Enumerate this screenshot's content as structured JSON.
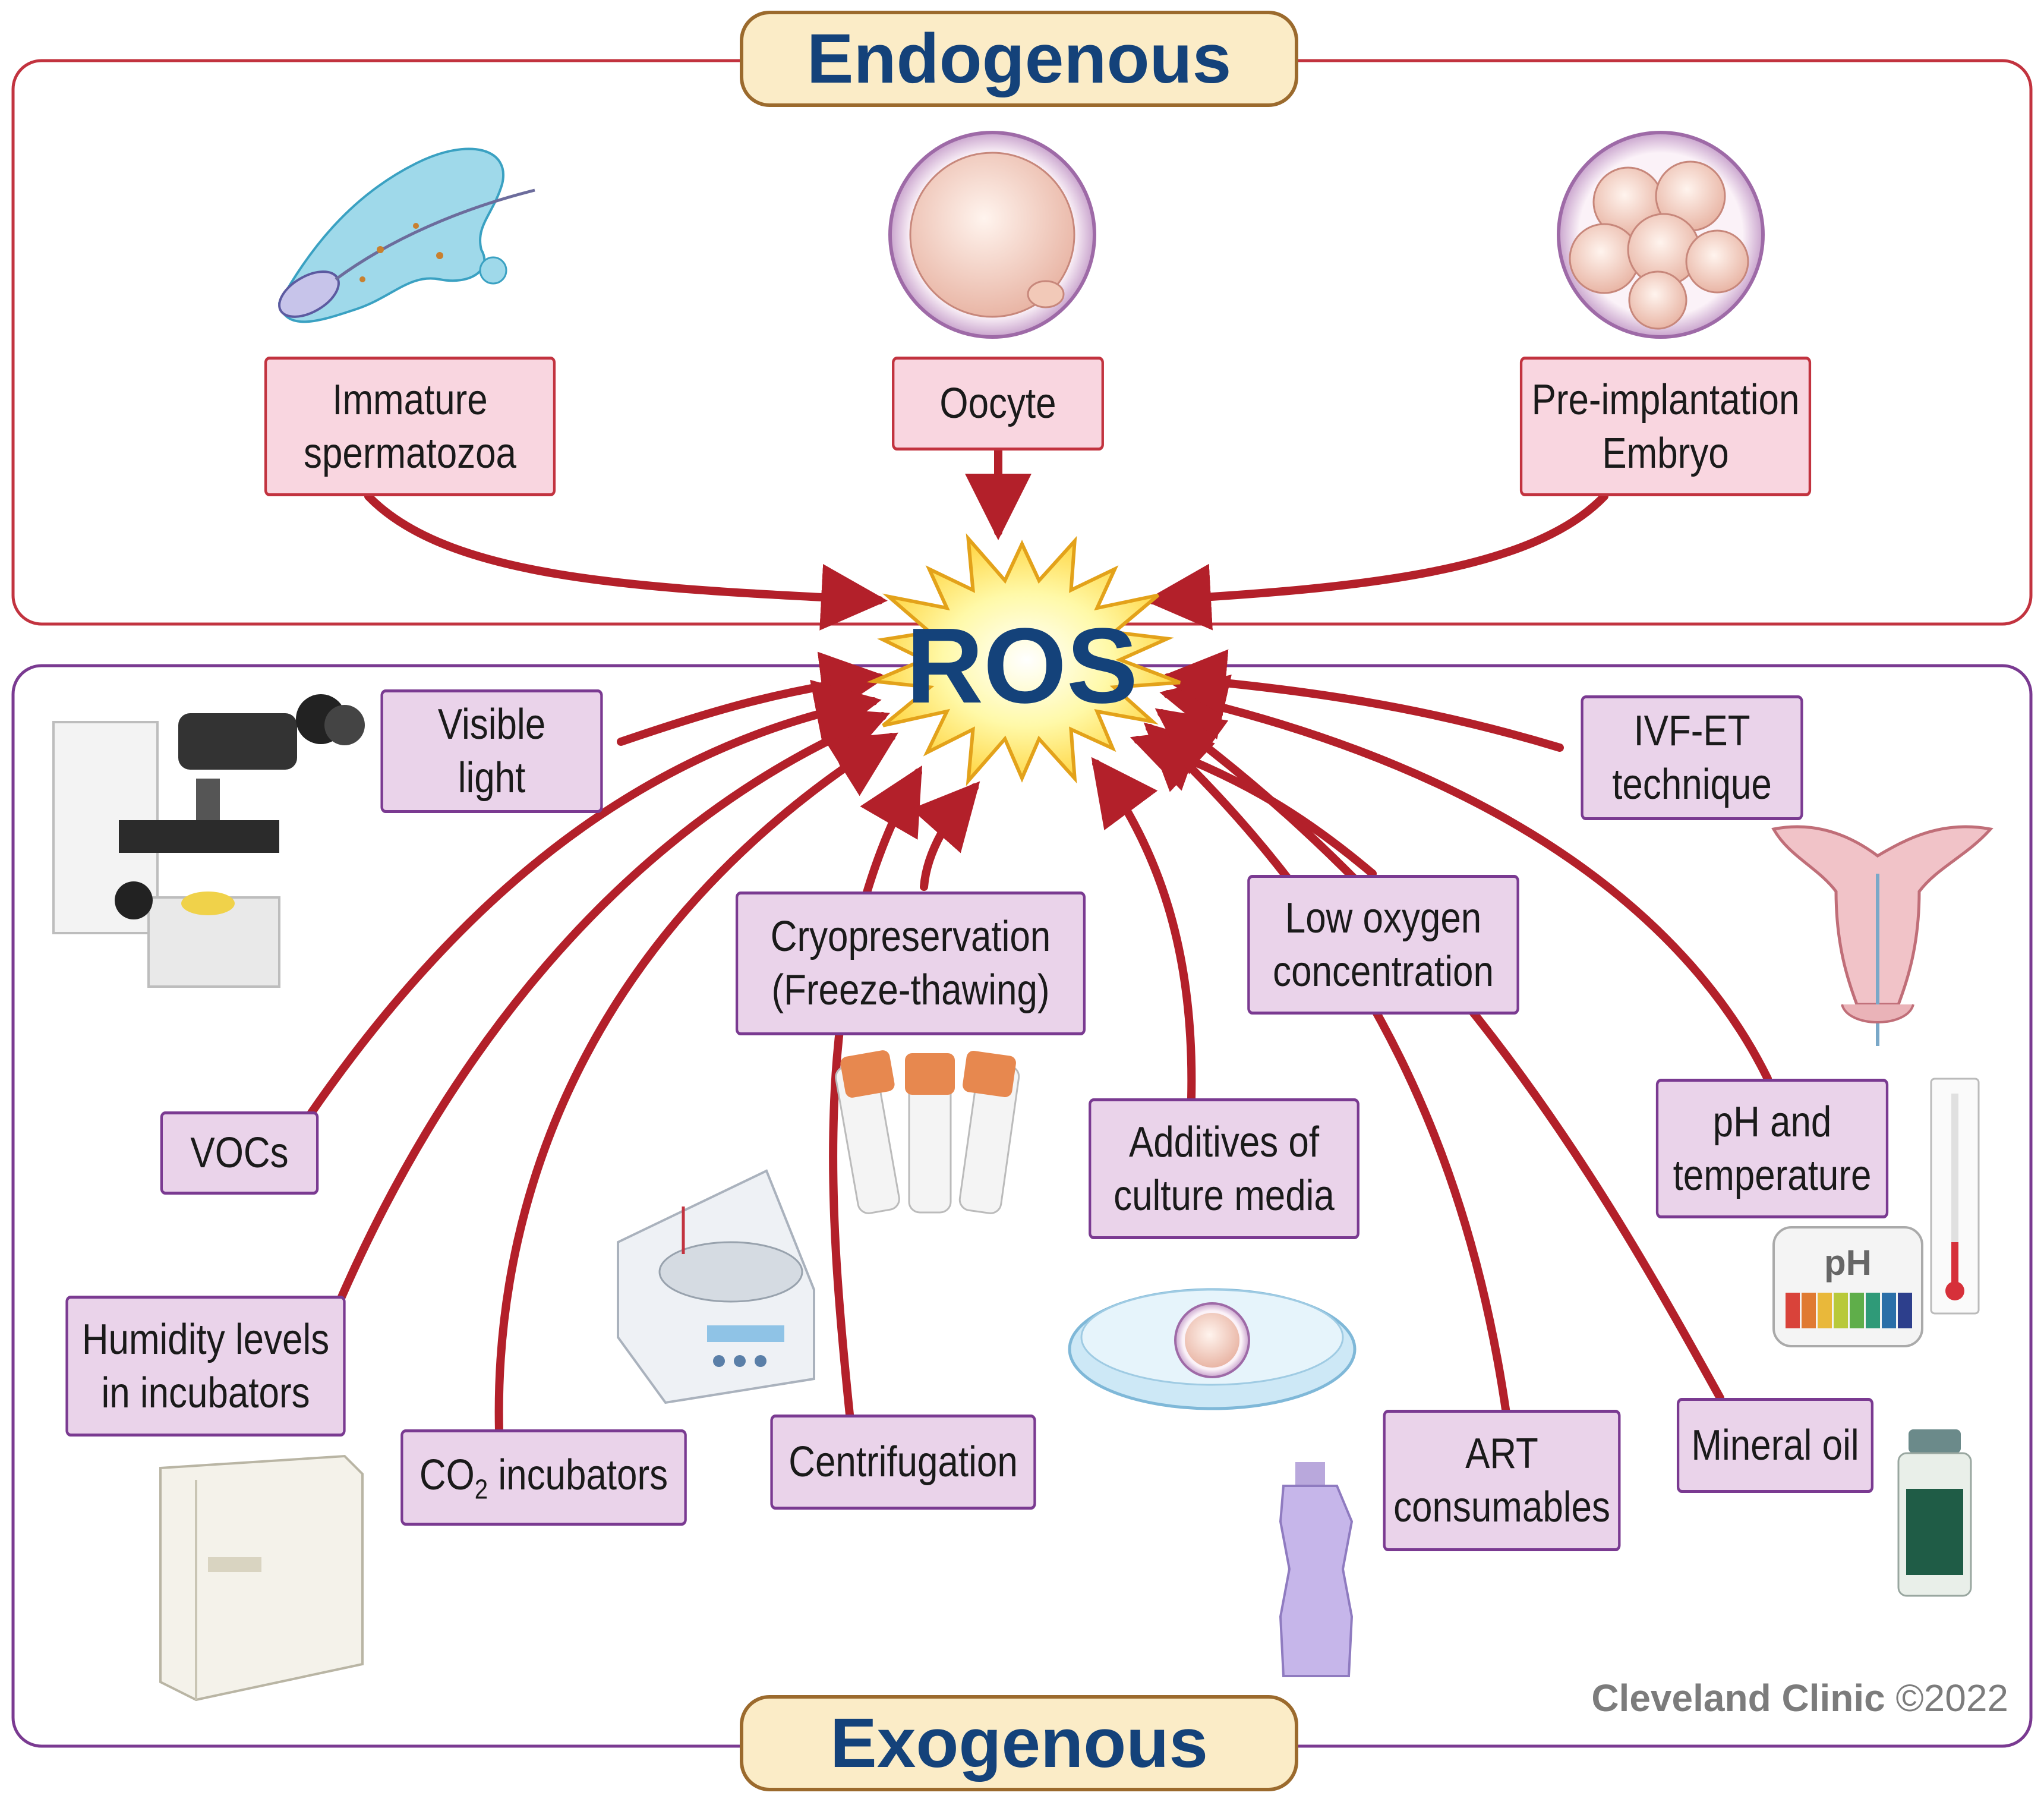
{
  "sections": {
    "endogenous": "Endogenous",
    "exogenous": "Exogenous"
  },
  "center": {
    "label": "ROS"
  },
  "endogenous_sources": {
    "spermatozoa": [
      "Immature",
      "spermatozoa"
    ],
    "oocyte": [
      "Oocyte"
    ],
    "embryo": [
      "Pre-implantation",
      "Embryo"
    ]
  },
  "exogenous_sources": {
    "visible_light": [
      "Visible",
      "light"
    ],
    "ivf_et": [
      "IVF-ET",
      "technique"
    ],
    "cryopreservation": [
      "Cryopreservation",
      "(Freeze-thawing)"
    ],
    "low_oxygen": [
      "Low oxygen",
      "concentration"
    ],
    "vocs": [
      "VOCs"
    ],
    "additives": [
      "Additives of",
      "culture media"
    ],
    "ph_temperature": [
      "pH and",
      "temperature"
    ],
    "humidity": [
      "Humidity levels",
      "in incubators"
    ],
    "co2_prefix": "CO",
    "co2_sub": "2",
    "co2_suffix": " incubators",
    "centrifugation": [
      "Centrifugation"
    ],
    "art_consumables": [
      "ART",
      "consumables"
    ],
    "mineral_oil": [
      "Mineral oil"
    ]
  },
  "illustrations": {
    "ph_strip_label": "pH"
  },
  "credit": {
    "name": "Cleveland Clinic ",
    "year": "©2022"
  },
  "colors": {
    "endogenous_border": "#c2333f",
    "endogenous_fill": "#f9d6e0",
    "exogenous_border": "#7a3a91",
    "exogenous_fill": "#ead3ea",
    "arrow": "#b3202a",
    "title_text": "#14427a",
    "title_fill": "#fbecc7",
    "burst_fill": "#fff27a",
    "burst_stroke": "#e3a21a"
  }
}
